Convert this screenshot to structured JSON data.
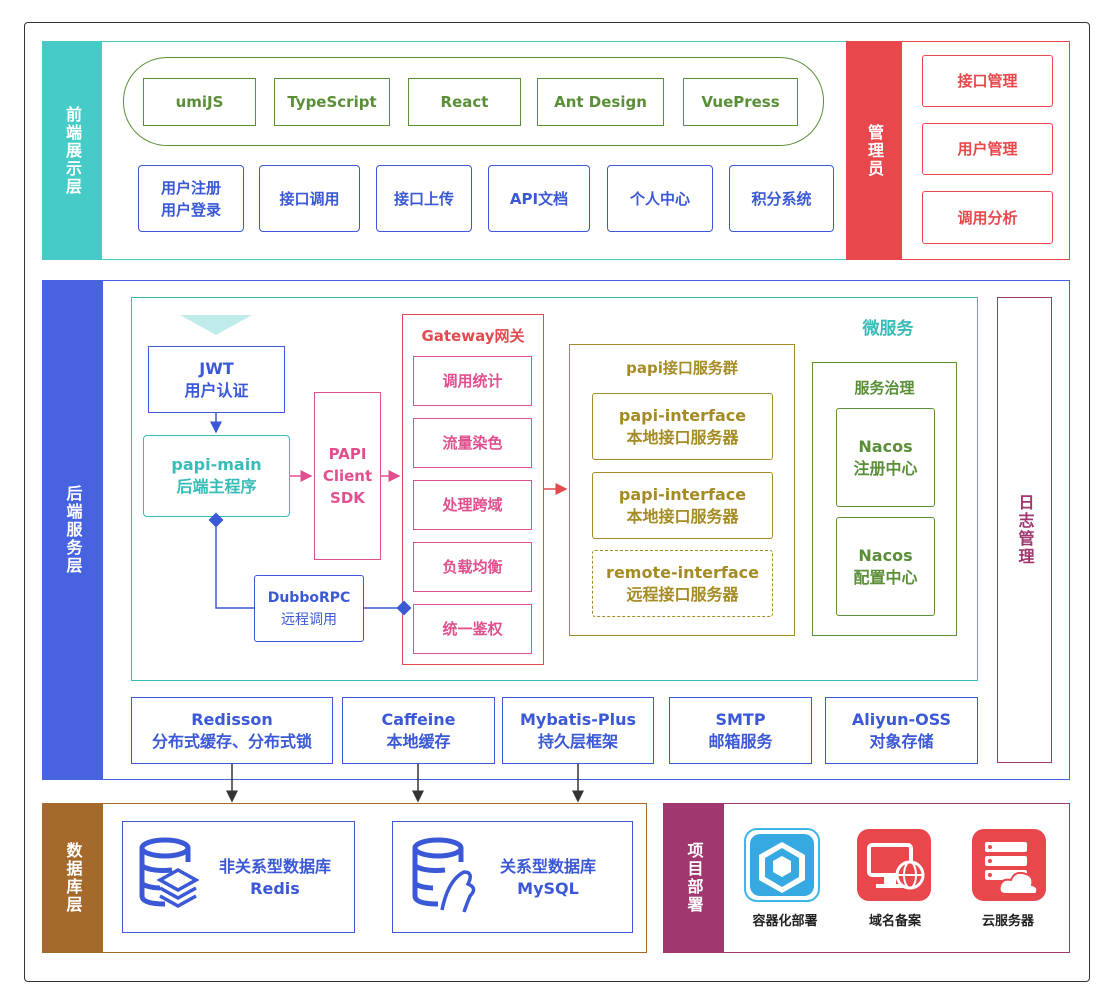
{
  "colors": {
    "frontend": "#46cbc6",
    "admin": "#e8474c",
    "backend": "#4763e0",
    "database": "#a5692b",
    "deploy": "#a0386f",
    "green": "#5a8f38",
    "blue": "#3b58d6",
    "pink": "#e0508f",
    "red": "#e24a4f",
    "olive": "#a58b23",
    "teal": "#39bcb8"
  },
  "frontend": {
    "label": "前端展示层",
    "tech": [
      "umiJS",
      "TypeScript",
      "React",
      "Ant Design",
      "VuePress"
    ],
    "features": [
      {
        "line1": "用户注册",
        "line2": "用户登录"
      },
      {
        "line1": "接口调用",
        "line2": ""
      },
      {
        "line1": "接口上传",
        "line2": ""
      },
      {
        "line1": "API文档",
        "line2": ""
      },
      {
        "line1": "个人中心",
        "line2": ""
      },
      {
        "line1": "积分系统",
        "line2": ""
      }
    ]
  },
  "admin": {
    "label": "管理员",
    "items": [
      "接口管理",
      "用户管理",
      "调用分析"
    ]
  },
  "backend": {
    "label": "后端服务层",
    "jwt": {
      "line1": "JWT",
      "line2": "用户认证"
    },
    "main": {
      "line1": "papi-main",
      "line2": "后端主程序"
    },
    "sdk": {
      "line1": "PAPI",
      "line2": "Client",
      "line3": "SDK"
    },
    "dubbo": {
      "line1": "DubboRPC",
      "line2": "远程调用"
    },
    "gateway": {
      "title": "Gateway网关",
      "items": [
        "调用统计",
        "流量染色",
        "处理跨域",
        "负载均衡",
        "统一鉴权"
      ]
    },
    "microservice_label": "微服务",
    "interfaces": {
      "title": "papi接口服务群",
      "items": [
        {
          "line1": "papi-interface",
          "line2": "本地接口服务器"
        },
        {
          "line1": "papi-interface",
          "line2": "本地接口服务器"
        },
        {
          "line1": "remote-interface",
          "line2": "远程接口服务器"
        }
      ]
    },
    "governance": {
      "title": "服务治理",
      "items": [
        {
          "line1": "Nacos",
          "line2": "注册中心"
        },
        {
          "line1": "Nacos",
          "line2": "配置中心"
        }
      ]
    },
    "log_label": "日志管理",
    "infra": [
      {
        "line1": "Redisson",
        "line2": "分布式缓存、分布式锁"
      },
      {
        "line1": "Caffeine",
        "line2": "本地缓存"
      },
      {
        "line1": "Mybatis-Plus",
        "line2": "持久层框架"
      },
      {
        "line1": "SMTP",
        "line2": "邮箱服务"
      },
      {
        "line1": "Aliyun-OSS",
        "line2": "对象存储"
      }
    ]
  },
  "database": {
    "label": "数据库层",
    "items": [
      {
        "line1": "非关系型数据库",
        "line2": "Redis",
        "icon": "redis-database-icon"
      },
      {
        "line1": "关系型数据库",
        "line2": "MySQL",
        "icon": "mysql-database-icon"
      }
    ]
  },
  "deploy": {
    "label": "项目部署",
    "items": [
      {
        "label": "容器化部署",
        "icon": "container-cube-icon"
      },
      {
        "label": "域名备案",
        "icon": "domain-globe-icon"
      },
      {
        "label": "云服务器",
        "icon": "cloud-server-icon"
      }
    ]
  }
}
